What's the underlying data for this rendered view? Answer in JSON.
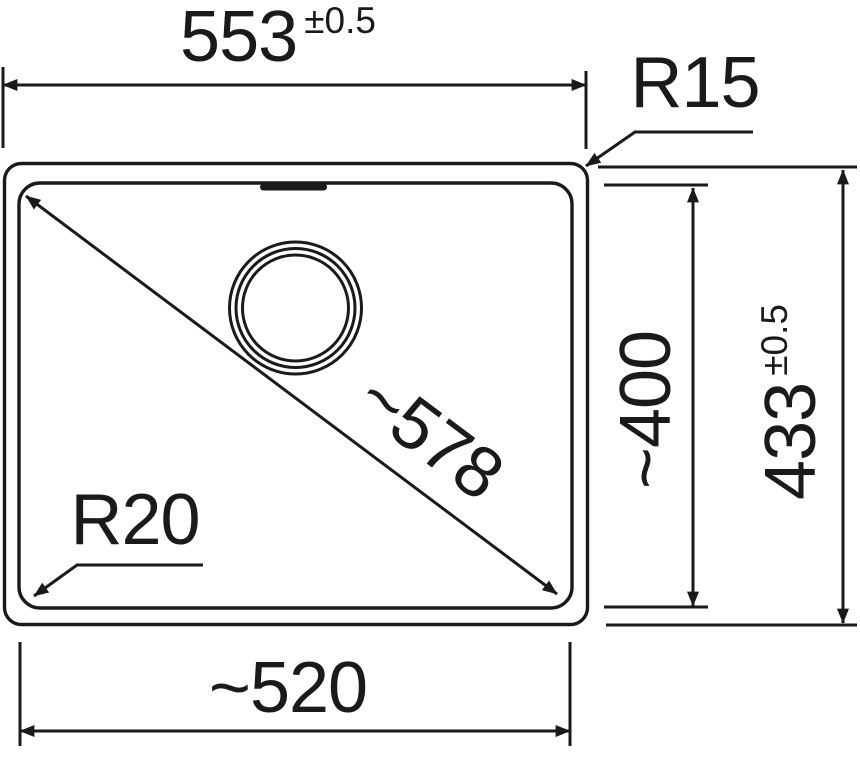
{
  "style": {
    "line_color": "#1a1a1a",
    "background": "#ffffff"
  },
  "labels": {
    "top_width": {
      "value": "553",
      "tolerance": "±0.5"
    },
    "corner_radius_top_right": "R15",
    "diagonal": "~578",
    "inner_height": "~400",
    "outer_height": {
      "value": "433",
      "tolerance": "±0.5"
    },
    "corner_radius_bottom_left": "R20",
    "inner_width": "~520"
  }
}
